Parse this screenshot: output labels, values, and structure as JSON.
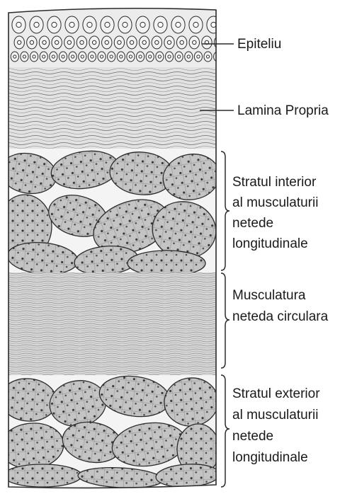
{
  "diagram": {
    "labels": {
      "epithelium": "Epiteliu",
      "lamina_propria": "Lamina Propria",
      "inner_longitudinal": [
        "Stratul interior",
        "al musculaturii",
        "netede",
        "longitudinale"
      ],
      "circular": [
        "Musculatura",
        "neteda circulara"
      ],
      "outer_longitudinal": [
        "Stratul exterior",
        "al musculaturii",
        "netede",
        "longitudinale"
      ]
    },
    "colors": {
      "ink": "#2b2b2b",
      "paper": "#ffffff",
      "fill_lamina": "#d9d9d9",
      "fill_muscle_bundle": "#a9a9a9",
      "fill_circular": "#cfcfcf"
    }
  }
}
